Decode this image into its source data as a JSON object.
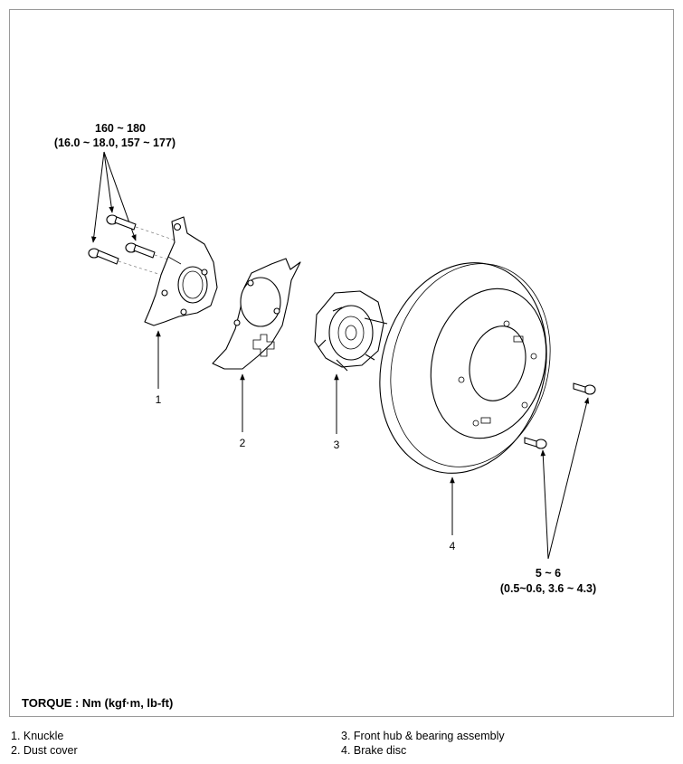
{
  "torque_top": {
    "line1": "160 ~ 180",
    "line2": "(16.0 ~ 18.0, 157 ~ 177)"
  },
  "torque_right": {
    "line1": "5 ~ 6",
    "line2": "(0.5~0.6, 3.6 ~ 4.3)"
  },
  "callouts": {
    "c1": "1",
    "c2": "2",
    "c3": "3",
    "c4": "4"
  },
  "torque_unit": "TORQUE : Nm (kgf·m, lb-ft)",
  "legend": {
    "left": [
      "1. Knuckle",
      "2. Dust cover"
    ],
    "right": [
      "3. Front hub & bearing assembly",
      "4. Brake disc"
    ]
  }
}
